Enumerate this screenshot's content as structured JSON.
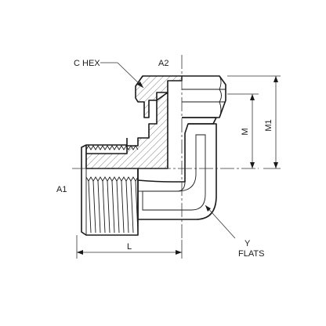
{
  "labels": {
    "c_hex": "C HEX",
    "a2": "A2",
    "a1": "A1",
    "m": "M",
    "m1": "M1",
    "l": "L",
    "y": "Y",
    "flats": "FLATS"
  }
}
